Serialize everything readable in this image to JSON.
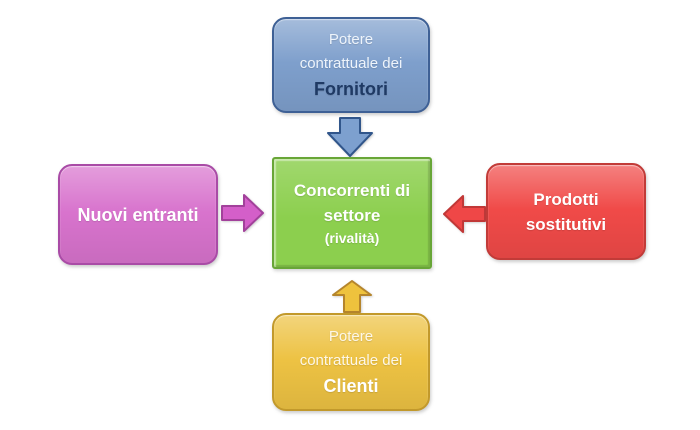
{
  "canvas": {
    "background": "#ffffff"
  },
  "nodes": {
    "suppliers": {
      "lines": [
        "Potere",
        "contrattuale dei"
      ],
      "emphasis": "Fornitori",
      "fill": "#7e9fcc",
      "border": "#3e6095",
      "text_color": "#eef4fb",
      "emphasis_color": "#1f3a64"
    },
    "new_entrants": {
      "emphasis": "Nuovi entranti",
      "fill": "#d873cd",
      "border": "#a94ba6",
      "emphasis_color": "#ffffff"
    },
    "rivalry": {
      "lines": [
        "Concorrenti di",
        "settore"
      ],
      "sub": "(rivalità)",
      "fill": "#8ccf4e",
      "border": "#68a637",
      "text_color": "#ffffff"
    },
    "substitutes": {
      "lines": [
        "Prodotti",
        "sostitutivi"
      ],
      "fill": "#f04a48",
      "border": "#c23b38",
      "text_color": "#ffffff"
    },
    "customers": {
      "lines": [
        "Potere",
        "contrattuale dei"
      ],
      "emphasis": "Clienti",
      "fill": "#edc243",
      "border": "#c2992b",
      "text_color": "#fdf7e8",
      "emphasis_color": "#ffffff"
    }
  },
  "arrows": {
    "down": {
      "direction": "down",
      "fill": "#7da0cf",
      "stroke": "#31568b"
    },
    "right": {
      "direction": "right",
      "fill": "#d45fc9",
      "stroke": "#a2419b"
    },
    "left": {
      "direction": "left",
      "fill": "#ef4747",
      "stroke": "#c13837"
    },
    "up": {
      "direction": "up",
      "fill": "#eec23d",
      "stroke": "#b5852c"
    }
  }
}
